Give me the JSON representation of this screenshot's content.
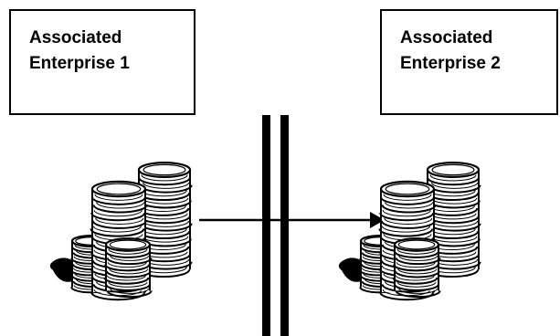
{
  "enterprise_1": {
    "line1": "Associated",
    "line2": "Enterprise 1"
  },
  "enterprise_2": {
    "line1": "Associated",
    "line2": "Enterprise 2"
  },
  "colors": {
    "ink": "#000000",
    "background": "#ffffff"
  },
  "icons": [
    "coin-stack-icon",
    "coin-stack-icon",
    "transfer-arrow",
    "border-barrier"
  ]
}
